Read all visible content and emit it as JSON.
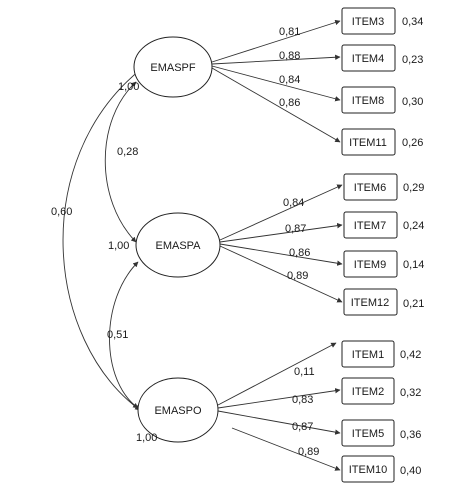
{
  "factors": [
    {
      "id": "emaspf",
      "label": "EMASPF",
      "variance": "1,00"
    },
    {
      "id": "emaspa",
      "label": "EMASPA",
      "variance": "1,00"
    },
    {
      "id": "emaspo",
      "label": "EMASPO",
      "variance": "1,00"
    }
  ],
  "items": [
    {
      "id": "item3",
      "label": "ITEM3",
      "factor": "emaspf",
      "loading": "0,81",
      "error": "0,34"
    },
    {
      "id": "item4",
      "label": "ITEM4",
      "factor": "emaspf",
      "loading": "0,88",
      "error": "0,23"
    },
    {
      "id": "item8",
      "label": "ITEM8",
      "factor": "emaspf",
      "loading": "0,84",
      "error": "0,30"
    },
    {
      "id": "item11",
      "label": "ITEM11",
      "factor": "emaspf",
      "loading": "0,86",
      "error": "0,26"
    },
    {
      "id": "item6",
      "label": "ITEM6",
      "factor": "emaspa",
      "loading": "0,84",
      "error": "0,29"
    },
    {
      "id": "item7",
      "label": "ITEM7",
      "factor": "emaspa",
      "loading": "0,87",
      "error": "0,24"
    },
    {
      "id": "item9",
      "label": "ITEM9",
      "factor": "emaspa",
      "loading": "0,86",
      "error": "0,14"
    },
    {
      "id": "item12",
      "label": "ITEM12",
      "factor": "emaspa",
      "loading": "0,89",
      "error": "0,21"
    },
    {
      "id": "item1",
      "label": "ITEM1",
      "factor": "emaspo",
      "loading": "0,11",
      "error": "0,42"
    },
    {
      "id": "item2",
      "label": "ITEM2",
      "factor": "emaspo",
      "loading": "0,83",
      "error": "0,32"
    },
    {
      "id": "item5",
      "label": "ITEM5",
      "factor": "emaspo",
      "loading": "0,87",
      "error": "0,36"
    },
    {
      "id": "item10",
      "label": "ITEM10",
      "factor": "emaspo",
      "loading": "0,89",
      "error": "0,40"
    }
  ],
  "correlations": [
    {
      "from": "emaspf",
      "to": "emaspa",
      "value": "0,28"
    },
    {
      "from": "emaspa",
      "to": "emaspo",
      "value": "0,51"
    },
    {
      "from": "emaspf",
      "to": "emaspo",
      "value": "0,60"
    }
  ]
}
